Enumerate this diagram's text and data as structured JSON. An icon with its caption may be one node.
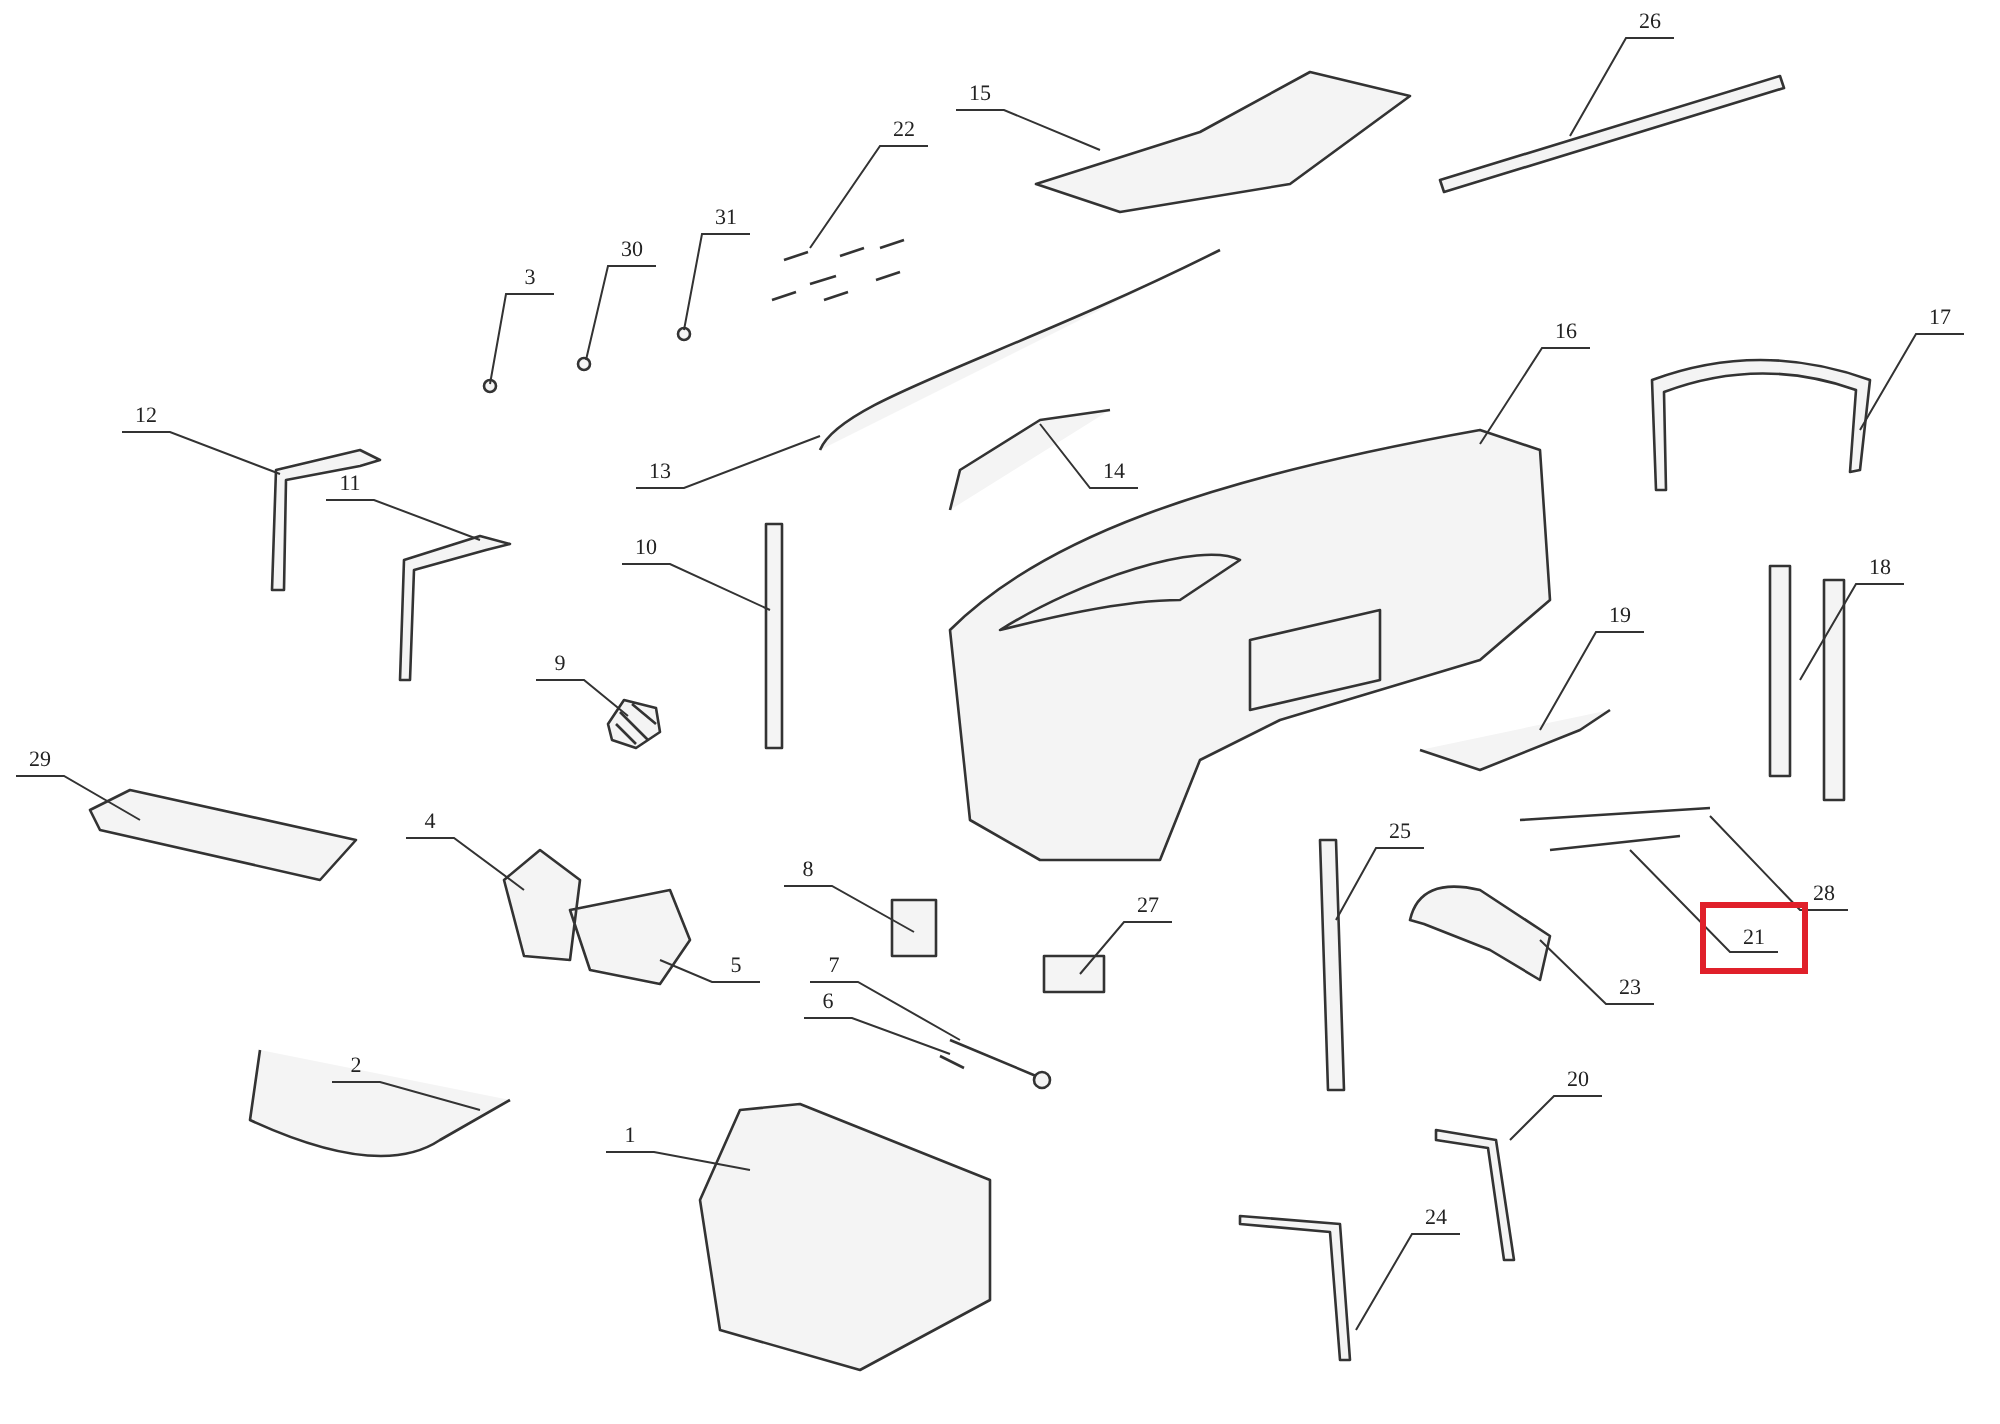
{
  "diagram": {
    "nodes": [
      {
        "text": [
          "26"
        ]
      },
      {
        "text": [
          "15"
        ]
      },
      {
        "text": [
          "22"
        ]
      },
      {
        "text": [
          "31"
        ]
      },
      {
        "text": [
          "30"
        ]
      },
      {
        "text": [
          "3"
        ]
      },
      {
        "text": [
          "17"
        ]
      },
      {
        "text": [
          "16"
        ]
      },
      {
        "text": [
          "12"
        ]
      },
      {
        "text": [
          "13"
        ]
      },
      {
        "text": [
          "14"
        ]
      },
      {
        "text": [
          "11"
        ]
      },
      {
        "text": [
          "10"
        ]
      },
      {
        "text": [
          "18"
        ]
      },
      {
        "text": [
          "19"
        ]
      },
      {
        "text": [
          "9"
        ]
      },
      {
        "text": [
          "29"
        ]
      },
      {
        "text": [
          "4"
        ]
      },
      {
        "text": [
          "25"
        ]
      },
      {
        "text": [
          "8"
        ]
      },
      {
        "text": [
          "28"
        ]
      },
      {
        "text": [
          "27"
        ]
      },
      {
        "text": [
          "21"
        ]
      },
      {
        "text": [
          "5"
        ]
      },
      {
        "text": [
          "7"
        ]
      },
      {
        "text": [
          "23"
        ]
      },
      {
        "text": [
          "6"
        ]
      },
      {
        "text": [
          "2"
        ]
      },
      {
        "text": [
          "20"
        ]
      },
      {
        "text": [
          "1"
        ]
      },
      {
        "text": [
          "24"
        ]
      }
    ],
    "edges": [
      {
        "from": 0,
        "to": null,
        "arrow": "none"
      },
      {
        "from": 1,
        "to": null,
        "arrow": "none"
      },
      {
        "from": 2,
        "to": null,
        "arrow": "none"
      },
      {
        "from": 3,
        "to": null,
        "arrow": "none"
      },
      {
        "from": 4,
        "to": null,
        "arrow": "none"
      },
      {
        "from": 5,
        "to": null,
        "arrow": "none"
      },
      {
        "from": 6,
        "to": null,
        "arrow": "none"
      },
      {
        "from": 7,
        "to": null,
        "arrow": "none"
      },
      {
        "from": 8,
        "to": null,
        "arrow": "none"
      },
      {
        "from": 9,
        "to": null,
        "arrow": "none"
      },
      {
        "from": 10,
        "to": null,
        "arrow": "none"
      },
      {
        "from": 11,
        "to": null,
        "arrow": "none"
      },
      {
        "from": 12,
        "to": null,
        "arrow": "none"
      },
      {
        "from": 13,
        "to": null,
        "arrow": "none"
      },
      {
        "from": 14,
        "to": null,
        "arrow": "none"
      },
      {
        "from": 15,
        "to": null,
        "arrow": "none"
      },
      {
        "from": 16,
        "to": null,
        "arrow": "none"
      },
      {
        "from": 17,
        "to": null,
        "arrow": "none"
      },
      {
        "from": 18,
        "to": null,
        "arrow": "none"
      },
      {
        "from": 19,
        "to": null,
        "arrow": "none"
      },
      {
        "from": 20,
        "to": null,
        "arrow": "none"
      },
      {
        "from": 21,
        "to": null,
        "arrow": "none"
      },
      {
        "from": 22,
        "to": null,
        "arrow": "none"
      },
      {
        "from": 23,
        "to": null,
        "arrow": "none"
      },
      {
        "from": 24,
        "to": null,
        "arrow": "none"
      },
      {
        "from": 25,
        "to": null,
        "arrow": "none"
      },
      {
        "from": 26,
        "to": null,
        "arrow": "none"
      },
      {
        "from": 27,
        "to": null,
        "arrow": "none"
      },
      {
        "from": 28,
        "to": null,
        "arrow": "none"
      },
      {
        "from": 29,
        "to": null,
        "arrow": "none"
      },
      {
        "from": 30,
        "to": null,
        "arrow": "none"
      }
    ]
  }
}
